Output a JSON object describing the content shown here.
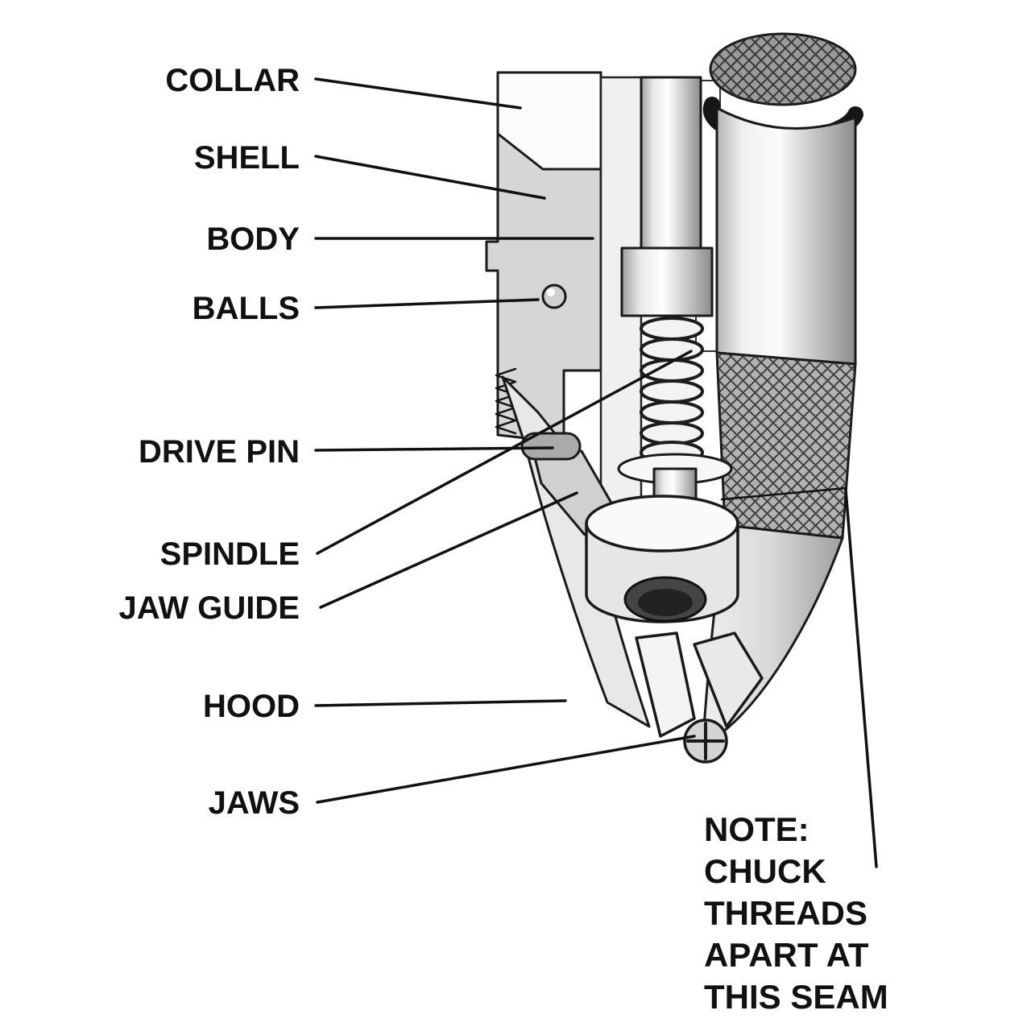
{
  "page": {
    "background_color": "#ffffff",
    "line_color": "#111111"
  },
  "diagram": {
    "type": "cutaway-technical-illustration",
    "subject": "drill-chuck-cross-section",
    "labels": [
      {
        "id": "collar",
        "text": "COLLAR"
      },
      {
        "id": "shell",
        "text": "SHELL"
      },
      {
        "id": "body",
        "text": "BODY"
      },
      {
        "id": "balls",
        "text": "BALLS"
      },
      {
        "id": "drive-pin",
        "text": "DRIVE PIN"
      },
      {
        "id": "spindle",
        "text": "SPINDLE"
      },
      {
        "id": "jaw-guide",
        "text": "JAW GUIDE"
      },
      {
        "id": "hood",
        "text": "HOOD"
      },
      {
        "id": "jaws",
        "text": "JAWS"
      }
    ],
    "note": "NOTE:\nCHUCK\nTHREADS\nAPART AT\nTHIS SEAM"
  }
}
